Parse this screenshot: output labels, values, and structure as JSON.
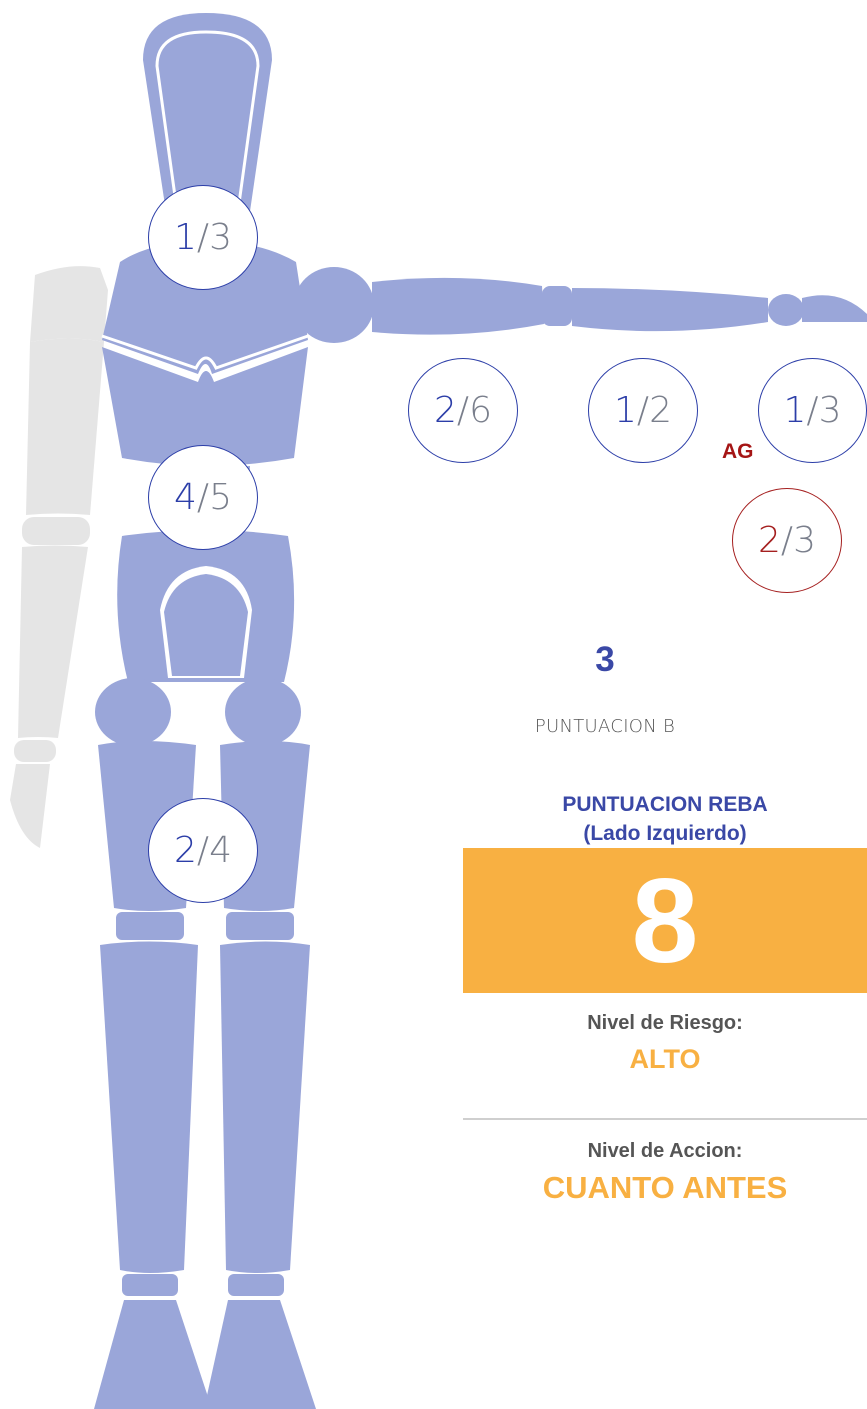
{
  "badges": {
    "neck": {
      "score": "1",
      "max": "3"
    },
    "trunk": {
      "score": "4",
      "max": "5"
    },
    "legs": {
      "score": "2",
      "max": "4"
    },
    "upper_arm": {
      "score": "2",
      "max": "6"
    },
    "forearm": {
      "score": "1",
      "max": "2"
    },
    "wrist": {
      "score": "1",
      "max": "3"
    },
    "grip": {
      "score": "2",
      "max": "3"
    }
  },
  "grip_label": "AG",
  "score_b": {
    "value": "3",
    "label": "PUNTUACION B"
  },
  "reba": {
    "title_line1": "PUNTUACION REBA",
    "title_line2": "(Lado Izquierdo)",
    "value": "8"
  },
  "risk": {
    "label": "Nivel de Riesgo:",
    "value": "ALTO"
  },
  "action": {
    "label": "Nivel de Accion:",
    "value": "CUANTO ANTES"
  },
  "colors": {
    "body": "#9aa6d9",
    "inactive_arm": "#e5e5e5",
    "badge_accent": "#2c3ea8",
    "grip_accent": "#a52020",
    "score_box": "#f8b042"
  }
}
